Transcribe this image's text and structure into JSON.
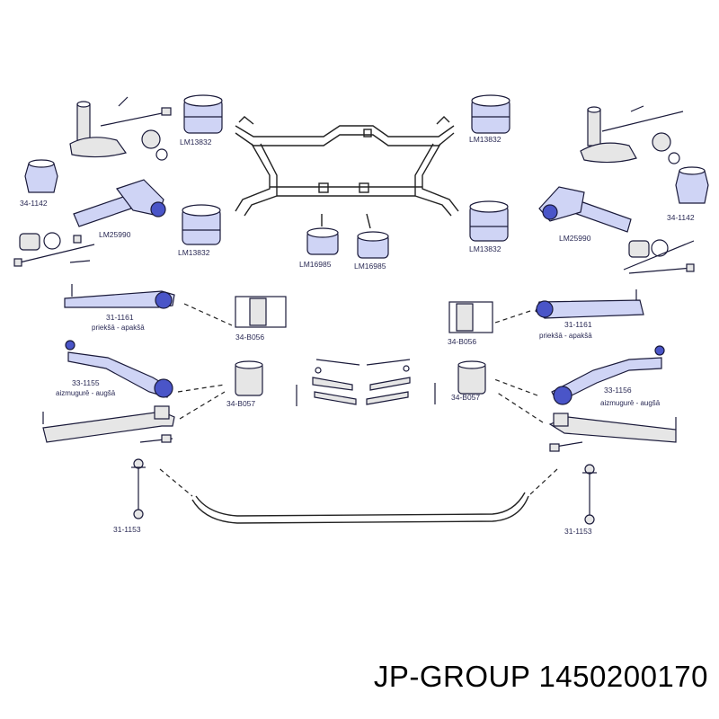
{
  "caption": "JP-GROUP 1450200170",
  "labels": {
    "lm13832_tl": "LM13832",
    "lm13832_tr": "LM13832",
    "lm13832_bl": "LM13832",
    "lm13832_br": "LM13832",
    "lm16985_l": "LM16985",
    "lm16985_r": "LM16985",
    "p34_1142_l": "34-1142",
    "p34_1142_r": "34-1142",
    "lm25990_l": "LM25990",
    "lm25990_r": "LM25990",
    "p31_1161_l": "31-1161",
    "p31_1161_r": "31-1161",
    "sub_1161_l": "priekšā - apakšā",
    "sub_1161_r": "priekšā - apakšā",
    "p34_b056_l": "34-B056",
    "p34_b056_r": "34-B056",
    "p33_1155": "33-1155",
    "p33_1156": "33-1156",
    "sub_1155": "aizmugurē - augšā",
    "sub_1156": "aizmugurē - augšā",
    "p34_b057_l": "34-B057",
    "p34_b057_r": "34-B057",
    "p31_1153_l": "31-1153",
    "p31_1153_r": "31-1153"
  },
  "icons": [
    "bushing-icon",
    "bolt-icon",
    "control-arm-icon",
    "stabilizer-bar-icon",
    "subframe-icon",
    "strut-mount-icon"
  ],
  "colors": {
    "part_fill": "#cfd4f5",
    "part_dark": "#4a55c8",
    "line": "#222222"
  }
}
